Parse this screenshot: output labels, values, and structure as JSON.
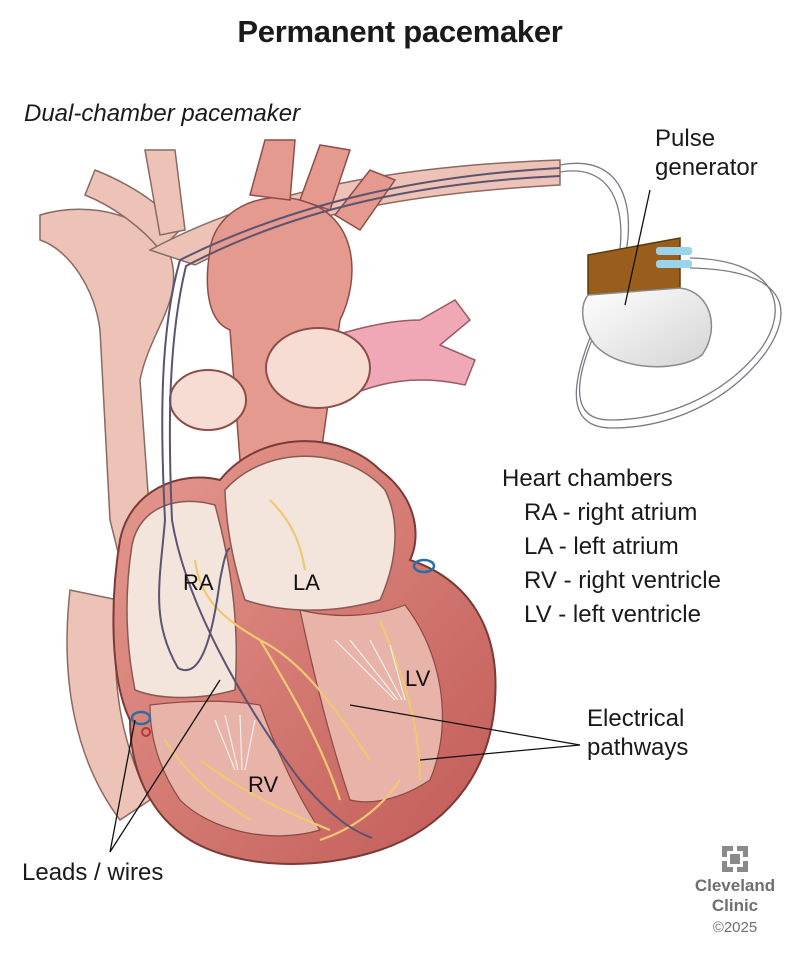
{
  "title": "Permanent pacemaker",
  "subtitle": "Dual-chamber pacemaker",
  "labels": {
    "pulse_generator": [
      "Pulse",
      "generator"
    ],
    "heart_chambers_heading": "Heart chambers",
    "chambers": [
      "RA - right atrium",
      "LA - left atrium",
      "RV - right ventricle",
      "LV - left ventricle"
    ],
    "electrical_pathways": [
      "Electrical",
      "pathways"
    ],
    "leads_wires": "Leads / wires",
    "chamber_tags": {
      "ra": "RA",
      "la": "LA",
      "rv": "RV",
      "lv": "LV"
    }
  },
  "brand": {
    "line1": "Cleveland",
    "line2": "Clinic",
    "copyright": "©2025"
  },
  "colors": {
    "vessel": "#ecc3b6",
    "aorta": "#e49a8e",
    "myocardium": "#cf6f6a",
    "chamber_interior": "#f3e4dc",
    "lead_wire": "#5b5370",
    "conduction": "#efc873",
    "generator_header": "#9a5e1c",
    "generator_body": "#eeeeee"
  },
  "icons": [
    "cleveland-clinic-logo-icon"
  ]
}
